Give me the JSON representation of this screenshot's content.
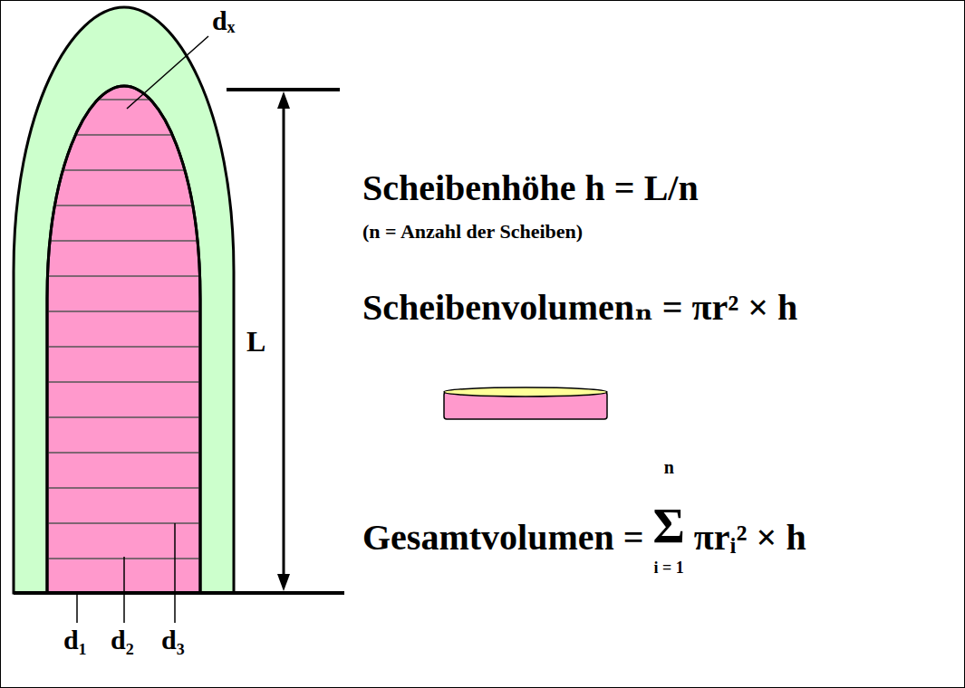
{
  "diagram": {
    "labels": [
      "dₓ",
      "L",
      "Scheibenhöhe h = L/n",
      "(n = Anzahl der Scheiben)",
      "Scheibenvolumenₙ = πr² × h",
      "Gesamtvolumen =",
      "n",
      "Σ",
      "i = 1",
      "πrᵢ² × h",
      "d₁",
      "d₂",
      "d₃"
    ]
  }
}
